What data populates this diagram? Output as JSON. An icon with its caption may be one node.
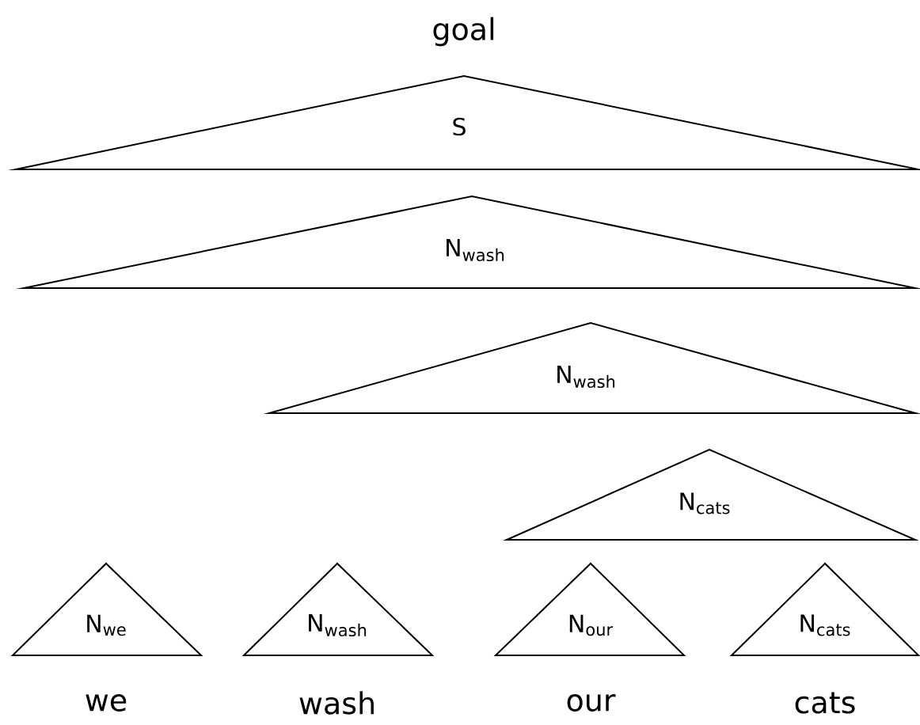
{
  "diagram": {
    "nodes": [
      {
        "text": [
          "S"
        ],
        "beside": [
          "goal"
        ]
      },
      {
        "text": [
          "N$_{wash}$"
        ]
      },
      {
        "text": [
          "N$_{wash}$"
        ]
      },
      {
        "text": [
          "N$_{cats}$"
        ]
      },
      {
        "text": [
          "N$_{we}$"
        ],
        "beside": [
          "we"
        ]
      },
      {
        "text": [
          "N$_{wash}$"
        ],
        "beside": [
          "wash"
        ]
      },
      {
        "text": [
          "N$_{our}$"
        ],
        "beside": [
          "our"
        ]
      },
      {
        "text": [
          "N$_{cats}$"
        ],
        "beside": [
          "cats"
        ]
      }
    ]
  }
}
